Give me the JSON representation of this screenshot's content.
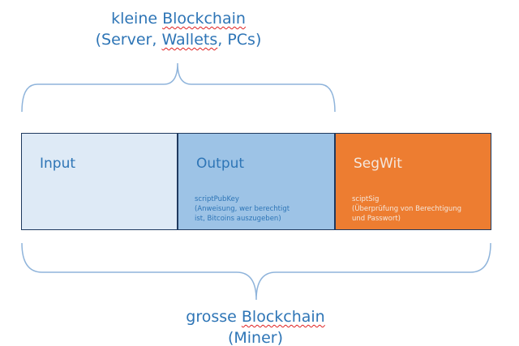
{
  "top_caption": {
    "line1_prefix": "kleine ",
    "line1_word": "Blockchain",
    "line2_open": "(Server, ",
    "line2_word": "Wallets",
    "line2_close": ", PCs)"
  },
  "boxes": [
    {
      "title": "Input",
      "color": "#DEEAF6"
    },
    {
      "title": "Output",
      "color": "#9DC3E6",
      "note_lines": [
        "scriptPubKey",
        "(Anweisung, wer berechtigt",
        "ist, Bitcoins auszugeben)"
      ]
    },
    {
      "title": "SegWit",
      "color": "#ED7D31",
      "note_lines": [
        "sciptSig",
        "(Überprüfung von Berechtigung",
        "und Passwort)"
      ]
    }
  ],
  "bottom_caption": {
    "line1_prefix": "grosse ",
    "line1_word": "Blockchain",
    "line2": "(Miner)"
  },
  "colors": {
    "caption_text": "#2E75B6",
    "brace_stroke": "#8FB4DB",
    "box_border": "#1f3a5f"
  }
}
